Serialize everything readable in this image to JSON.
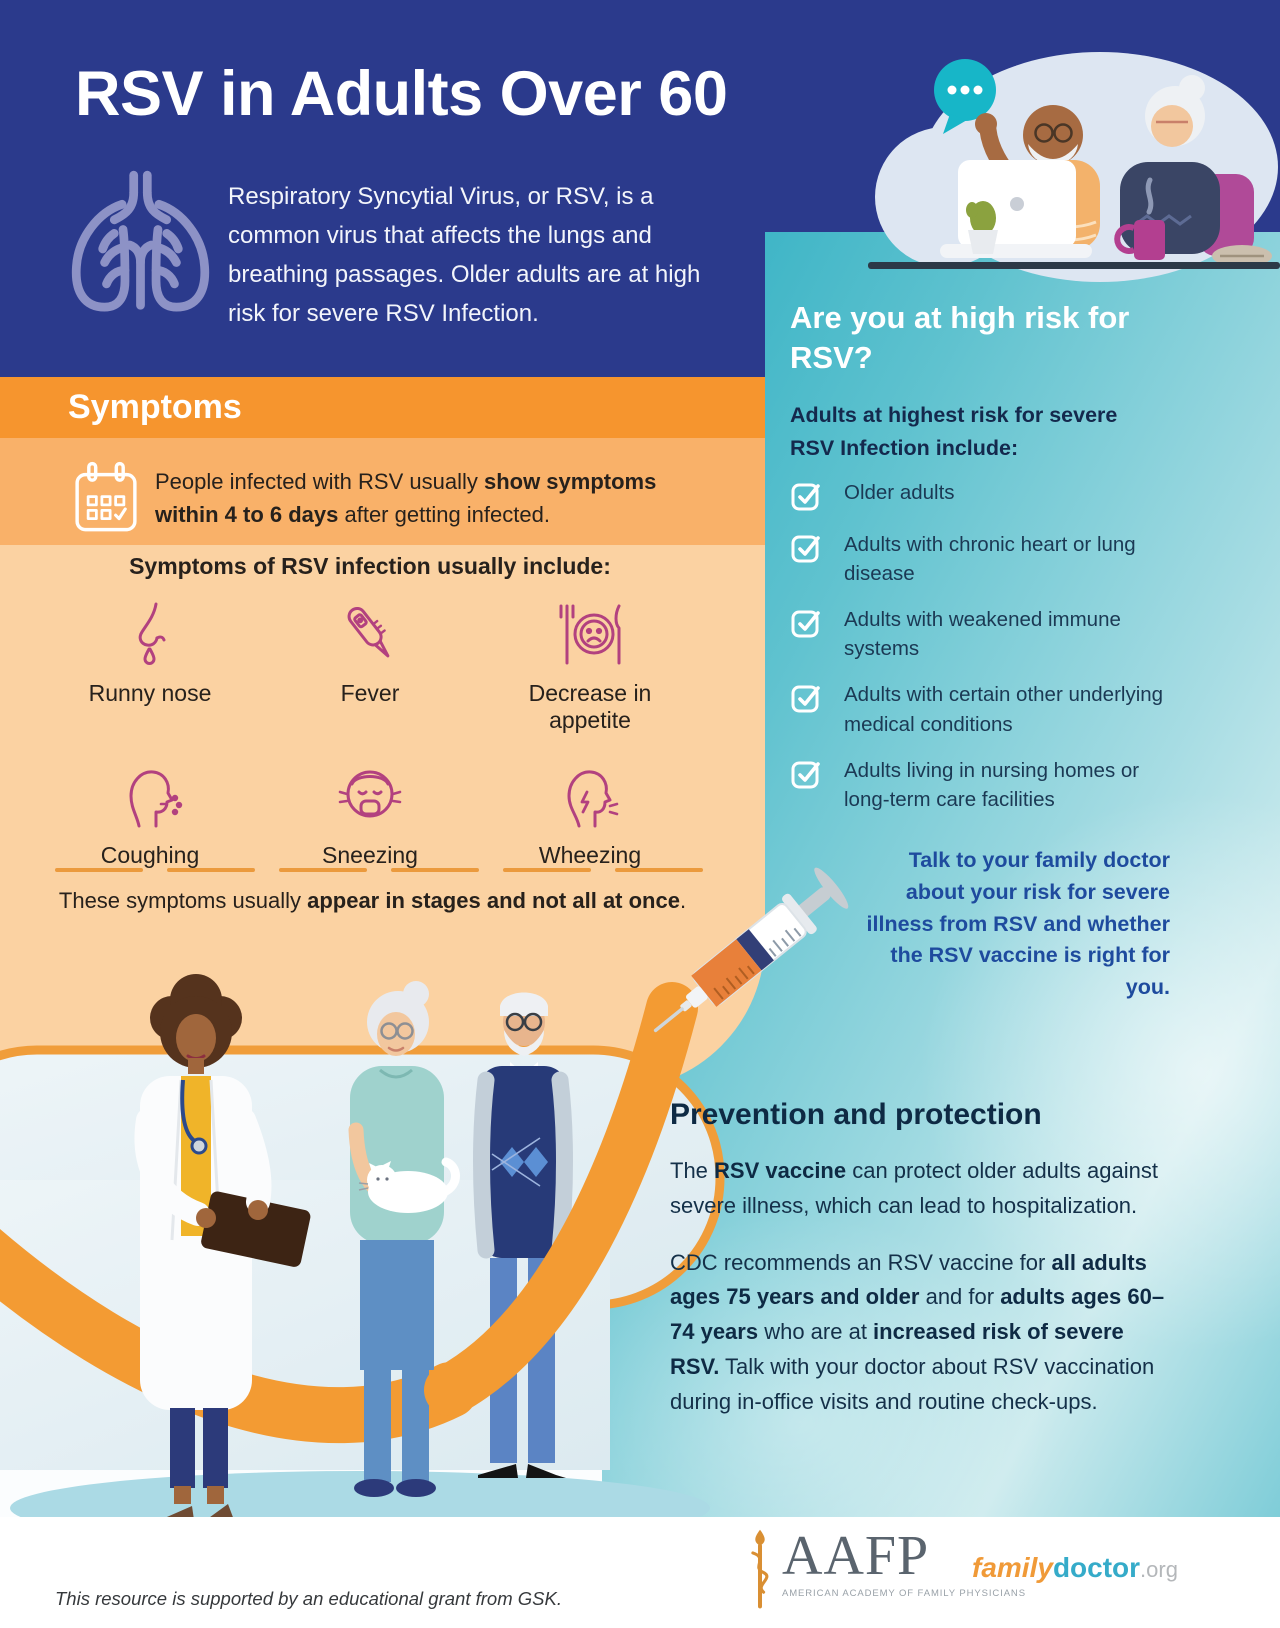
{
  "header": {
    "title": "RSV in Adults Over 60",
    "intro": "Respiratory Syncytial Virus, or RSV, is a common virus that affects the lungs and breathing passages. Older adults are at high risk for severe RSV Infection."
  },
  "symptoms": {
    "banner": "Symptoms",
    "onset": [
      "People infected with RSV usually ",
      "show symptoms within 4 to 6 days",
      " after getting infected."
    ],
    "grid_title": "Symptoms of RSV infection usually include:",
    "items": [
      {
        "label": "Runny nose",
        "icon": "runny-nose-icon"
      },
      {
        "label": "Fever",
        "icon": "thermometer-icon"
      },
      {
        "label": "Decrease in appetite",
        "icon": "appetite-icon"
      },
      {
        "label": "Coughing",
        "icon": "coughing-icon"
      },
      {
        "label": "Sneezing",
        "icon": "sneezing-icon"
      },
      {
        "label": "Wheezing",
        "icon": "wheezing-icon"
      }
    ],
    "stages": [
      "These symptoms usually ",
      "appear in stages and not all at once",
      "."
    ]
  },
  "risk": {
    "heading": "Are you at high risk for RSV?",
    "subheading": "Adults at highest risk for severe RSV Infection include:",
    "items": [
      "Older adults",
      "Adults with chronic heart or lung disease",
      "Adults with weakened immune systems",
      "Adults with certain other underlying medical conditions",
      "Adults living in nursing homes or long-term care facilities"
    ],
    "talk_note": "Talk to your family doctor about your risk for severe illness from RSV and whether the RSV vaccine is right for you."
  },
  "prevention": {
    "heading": "Prevention and protection",
    "p1": [
      "The ",
      "RSV vaccine",
      " can protect older adults against severe illness, which can lead to hospitalization."
    ],
    "p2": [
      "CDC recommends an RSV vaccine for ",
      "all adults ages 75 years and older",
      " and for ",
      "adults ages 60–74 years",
      " who are at ",
      "increased risk of severe RSV.",
      " Talk with your doctor about RSV vaccination during in-office visits and routine check-ups."
    ]
  },
  "footer": {
    "aafp_word": "AAFP",
    "aafp_tagline": "AMERICAN ACADEMY OF FAMILY PHYSICIANS",
    "fd_family": "family",
    "fd_doctor": "doctor",
    "fd_org": ".org",
    "note": "This resource is supported by an educational grant from GSK."
  },
  "colors": {
    "navy": "#2b3a8c",
    "orange_banner": "#f6952e",
    "orange_band": "#f9b169",
    "peach": "#fbd2a2",
    "teal": "#2aadc1",
    "magenta_icon": "#b2417f",
    "swoosh_orange": "#f39b33",
    "talk_blue": "#1e4b9e",
    "dark_text": "#143049"
  }
}
